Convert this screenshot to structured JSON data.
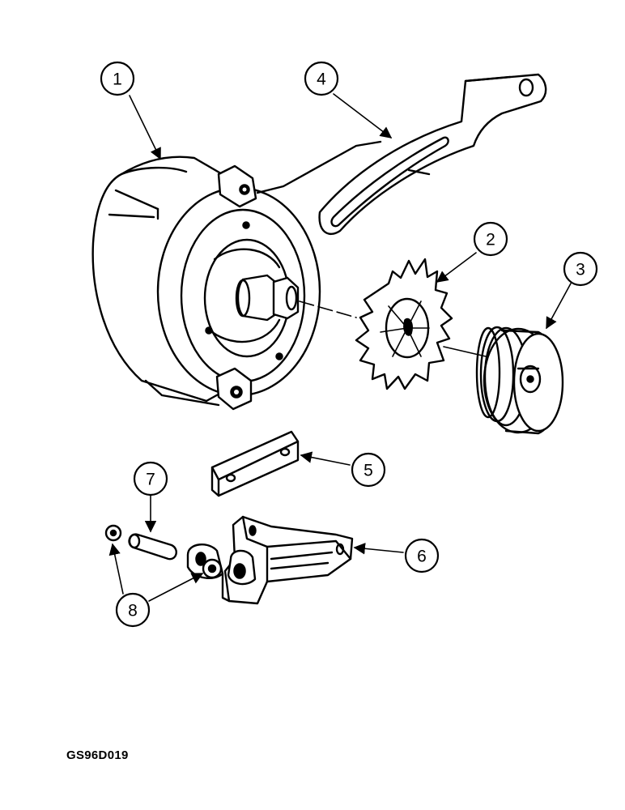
{
  "figure_code": "GS96D019",
  "callouts": [
    {
      "num": "1",
      "part": "alternator"
    },
    {
      "num": "2",
      "part": "fan"
    },
    {
      "num": "3",
      "part": "pulley"
    },
    {
      "num": "4",
      "part": "adjusting-bracket"
    },
    {
      "num": "5",
      "part": "link-strap"
    },
    {
      "num": "6",
      "part": "mounting-bracket"
    },
    {
      "num": "7",
      "part": "pivot-pin"
    },
    {
      "num": "8",
      "part": "washers"
    }
  ]
}
